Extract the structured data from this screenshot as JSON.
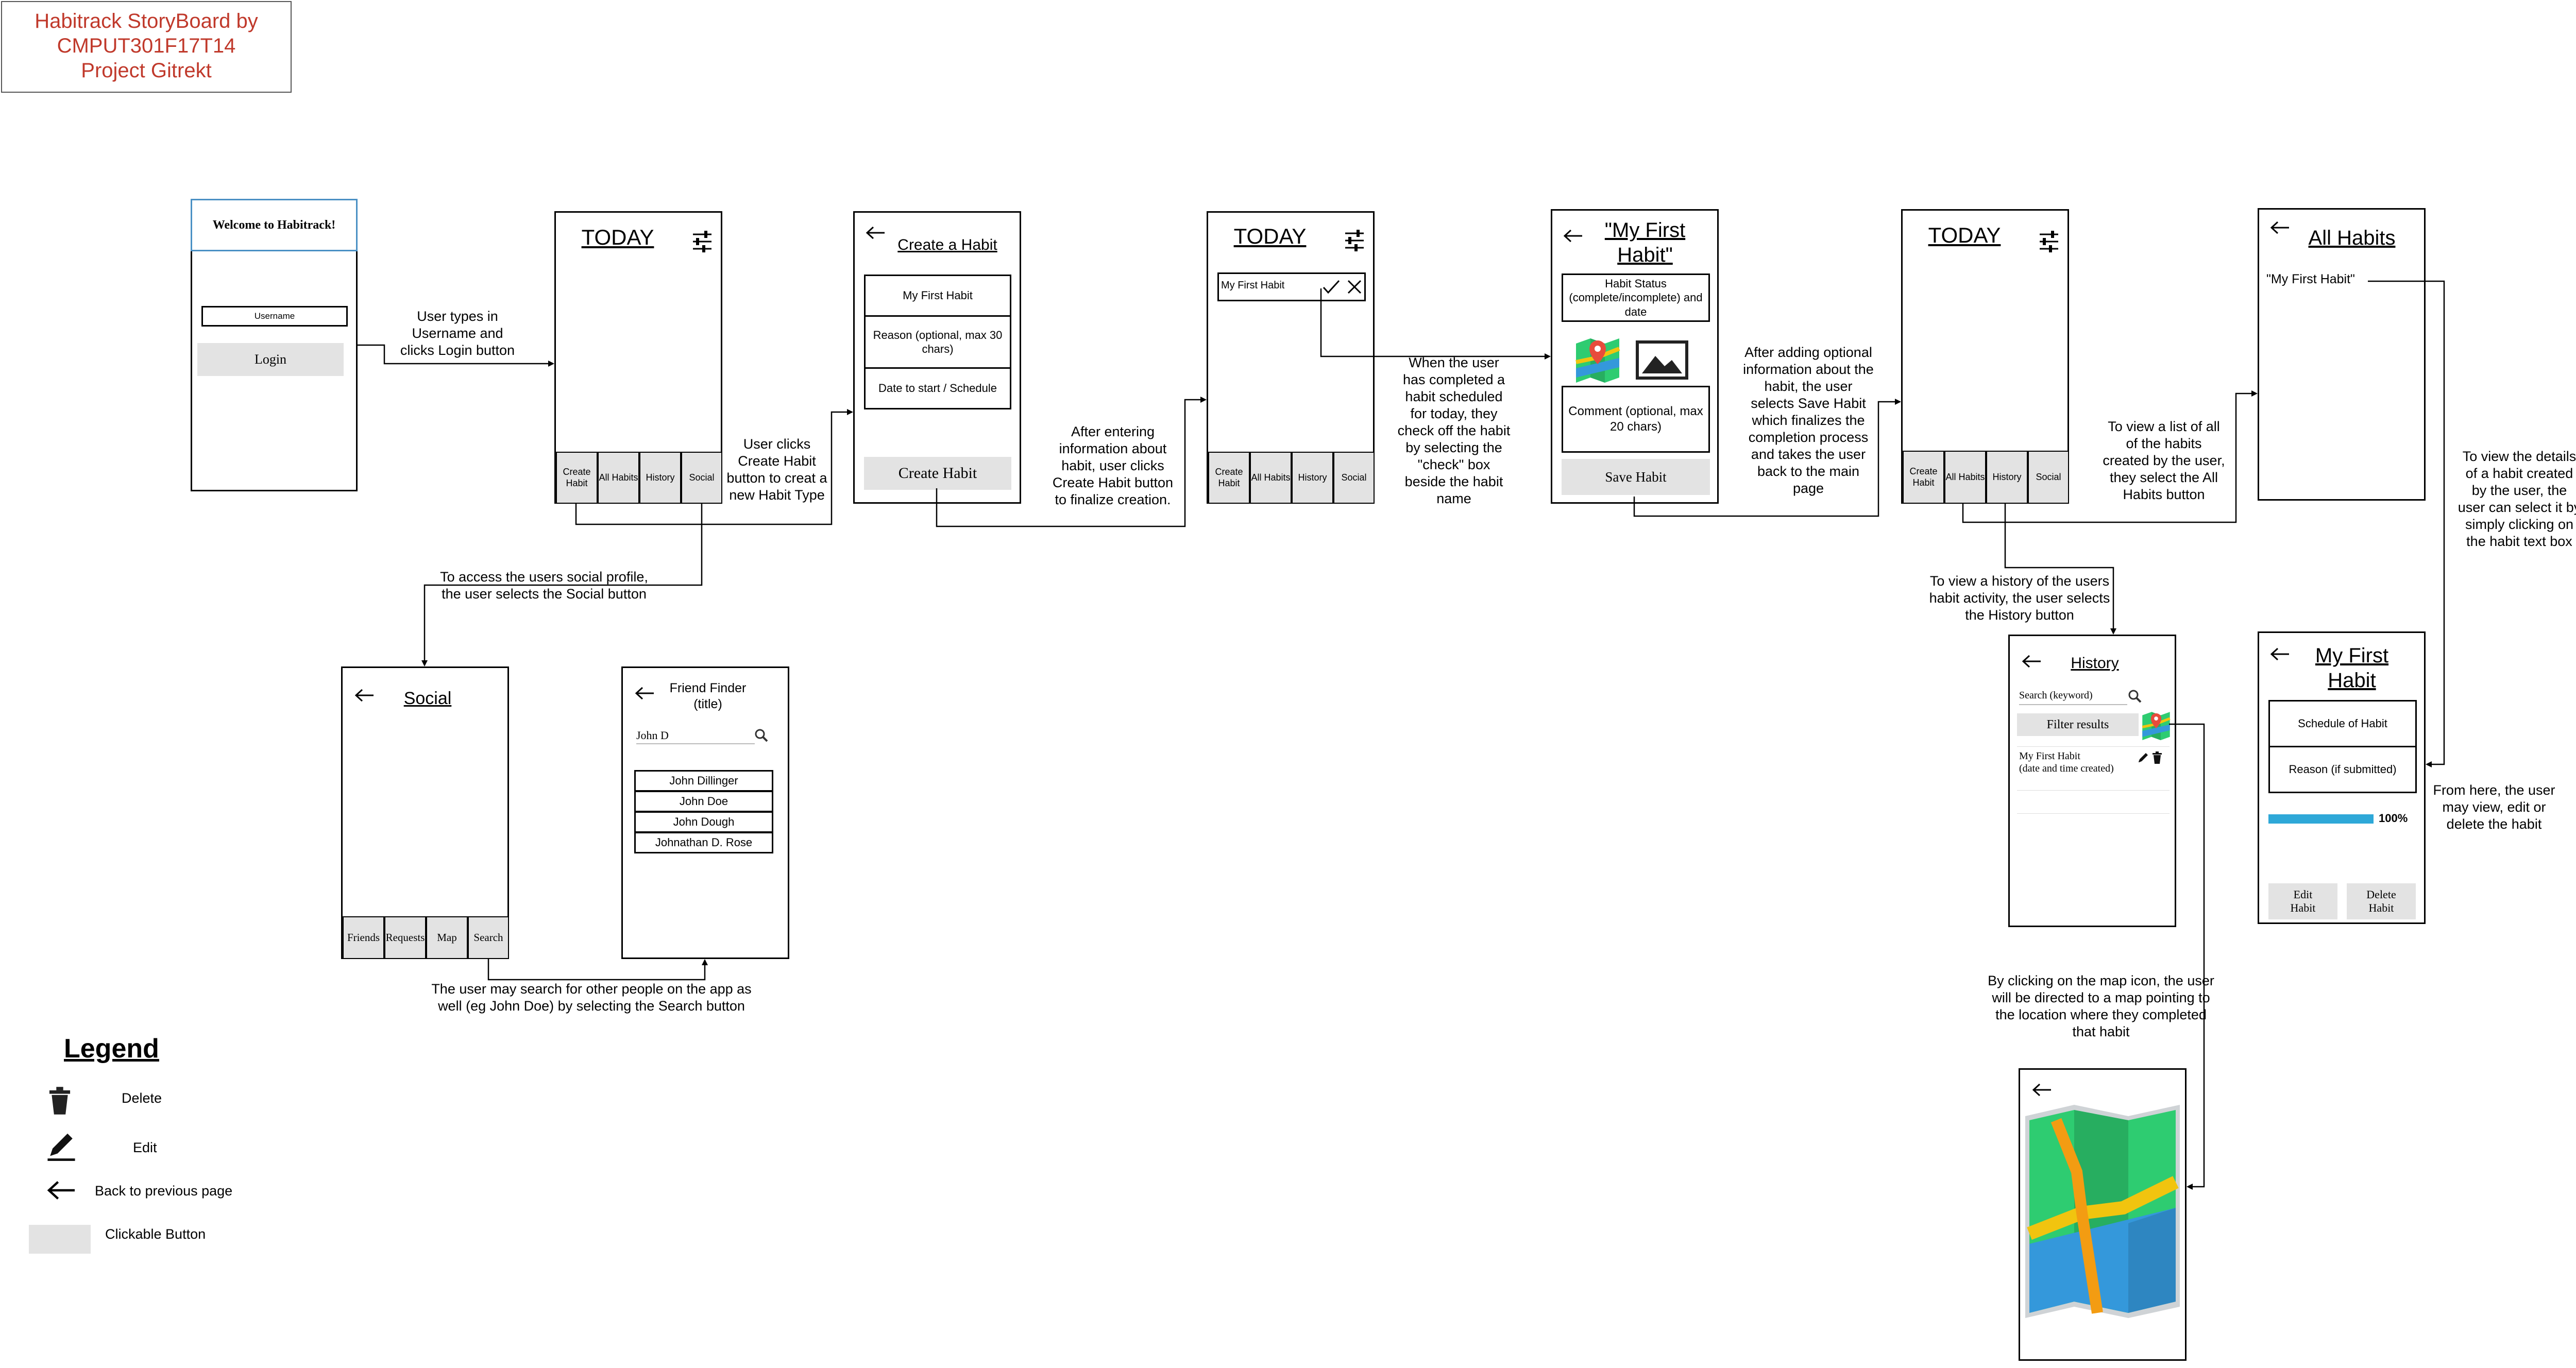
{
  "title_box": {
    "line1": "Habitrack StoryBoard by",
    "line2": "CMPUT301F17T14",
    "line3": "Project Gitrekt",
    "color": "#c0392b"
  },
  "login": {
    "header": "Welcome to Habitrack!",
    "username_placeholder": "Username",
    "login_button": "Login",
    "header_border": "#4a90c4"
  },
  "today": {
    "title": "TODAY",
    "nav": [
      "Create Habit",
      "All Habits",
      "History",
      "Social"
    ],
    "habit_item": "My First Habit"
  },
  "create_habit": {
    "title": "Create a Habit",
    "field_name": "My First Habit",
    "field_reason": "Reason (optional, max 30 chars)",
    "field_date": "Date to start / Schedule",
    "button": "Create Habit"
  },
  "habit_event": {
    "title": "\"My First Habit\"",
    "status": "Habit Status (complete/incomplete) and date",
    "comment": "Comment (optional, max 20 chars)",
    "button": "Save Habit"
  },
  "all_habits": {
    "title": "All Habits",
    "item": "\"My First Habit\""
  },
  "social": {
    "title": "Social",
    "nav": [
      "Friends",
      "Requests",
      "Map",
      "Search"
    ]
  },
  "friend_finder": {
    "title": "Friend Finder (title)",
    "search_value": "John D",
    "results": [
      "John Dillinger",
      "John Doe",
      "John Dough",
      "Johnathan D. Rose"
    ]
  },
  "history": {
    "title": "History",
    "search_placeholder": "Search (keyword)",
    "filter_button": "Filter results",
    "entry_line1": "My First Habit",
    "entry_line2": "(date and time created)"
  },
  "habit_detail": {
    "title": "My First Habit",
    "schedule": "Schedule of Habit",
    "reason": "Reason (if submitted)",
    "progress_label": "100%",
    "progress": 1.0,
    "progress_color": "#2ea8d8",
    "edit_button": "Edit Habit",
    "delete_button": "Delete Habit"
  },
  "notes": {
    "login_to_today": "User types in Username and clicks Login button",
    "create_habit": "User clicks Create Habit button to creat a new Habit Type",
    "after_entering": "After entering information about habit, user clicks Create Habit button to finalize creation.",
    "check_off": "When the user has completed a habit scheduled for today, they check off the habit by selecting the \"check\" box beside the habit name",
    "after_adding": "After adding optional information about the habit, the user selects Save Habit which finalizes the completion process and takes the user back to the main page",
    "all_habits": "To view a list of all of the habits created by the user, they select the All Habits button",
    "details": "To view the details of a habit created by the user, the user can select it by simply clicking on the habit text box",
    "social": "To access the users social profile, the user selects the Social button",
    "history": "To view a history of the users habit activity, the user selects the History button",
    "from_here": "From here, the user may view, edit or delete the habit",
    "search": "The user may search for other people on the app as well (eg John Doe) by selecting the Search button",
    "map": "By clicking on the map icon, the user will be directed to a map pointing to the location where they completed that habit"
  },
  "legend": {
    "title": "Legend",
    "delete": "Delete",
    "edit": "Edit",
    "back": "Back to previous page",
    "clickable": "Clickable Button",
    "button_color": "#e3e3e3"
  },
  "icons": {
    "filter": "sliders-icon",
    "back": "arrow-left-icon",
    "check": "check-icon",
    "close": "close-icon",
    "search": "magnifier-icon",
    "map": "map-icon",
    "image": "image-icon",
    "edit": "pencil-icon",
    "delete": "trash-icon"
  }
}
